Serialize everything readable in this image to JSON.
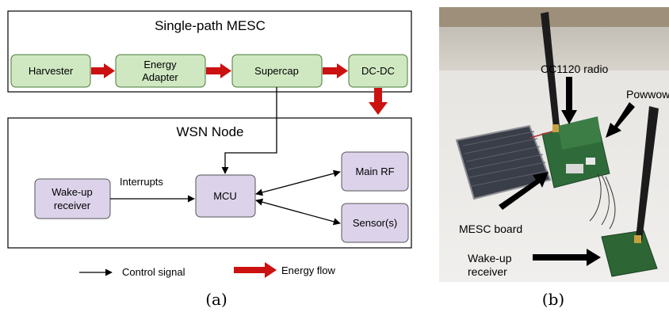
{
  "panel_a": {
    "mesc_title": "Single-path MESC",
    "node_title": "WSN Node",
    "blocks": {
      "harvester": "Harvester",
      "energy_adapter_line1": "Energy",
      "energy_adapter_line2": "Adapter",
      "supercap": "Supercap",
      "dcdc": "DC-DC",
      "wakeup_line1": "Wake-up",
      "wakeup_line2": "receiver",
      "mcu": "MCU",
      "main_rf": "Main RF",
      "sensors": "Sensor(s)"
    },
    "interrupts_label": "Interrupts",
    "legend": {
      "control": "Control signal",
      "energy": "Energy flow"
    },
    "caption": "(a)"
  },
  "panel_b": {
    "labels": {
      "cc1120": "CC1120 radio",
      "powwow": "Powwow",
      "mesc_board": "MESC board",
      "wakeup_line1": "Wake-up",
      "wakeup_line2": "receiver"
    },
    "caption": "(b)"
  },
  "colors": {
    "mesc_block_fill": "#cfe8c2",
    "mesc_block_stroke": "#4a7a3a",
    "node_block_fill": "#dcd3ea",
    "node_block_stroke": "#555555",
    "energy_arrow": "#cc1111",
    "control_arrow": "#000000"
  }
}
